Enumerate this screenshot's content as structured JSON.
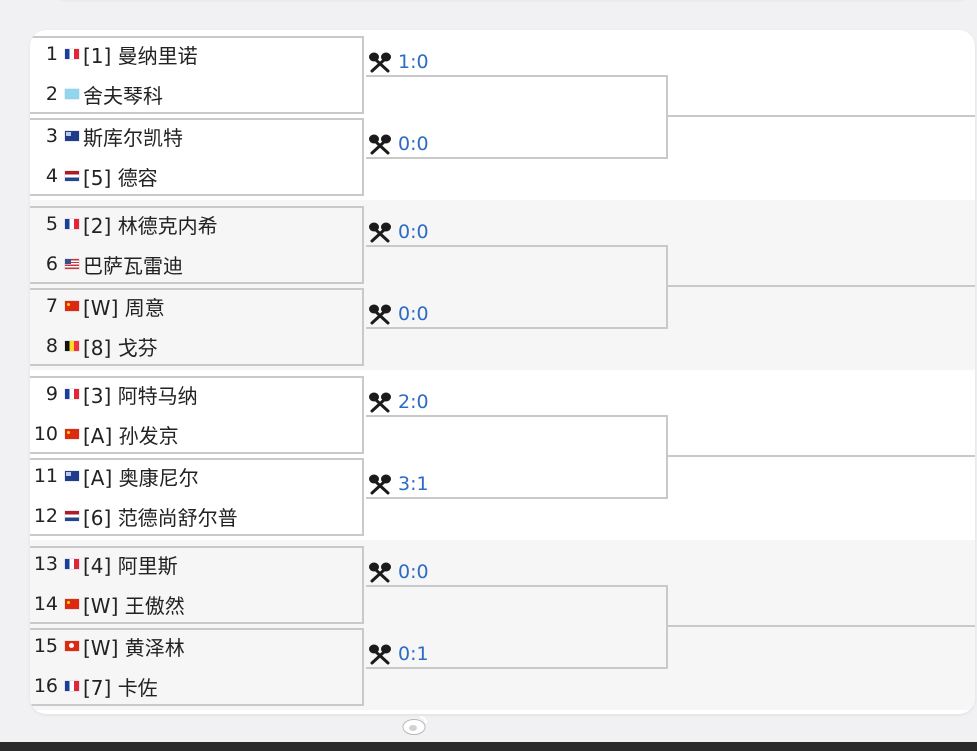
{
  "groups": [
    {
      "players": [
        {
          "no": "1",
          "flag": "fr",
          "name": "[1] 曼纳里诺"
        },
        {
          "no": "2",
          "flag": "kz",
          "name": "舍夫琴科"
        },
        {
          "no": "3",
          "flag": "au",
          "name": "斯库尔凯特"
        },
        {
          "no": "4",
          "flag": "nl",
          "name": "[5] 德容"
        }
      ],
      "scores": [
        "1:0",
        "0:0"
      ]
    },
    {
      "players": [
        {
          "no": "5",
          "flag": "fr",
          "name": "[2] 林德克内希"
        },
        {
          "no": "6",
          "flag": "us",
          "name": "巴萨瓦雷迪"
        },
        {
          "no": "7",
          "flag": "cn",
          "name": "[W] 周意"
        },
        {
          "no": "8",
          "flag": "be",
          "name": "[8] 戈芬"
        }
      ],
      "scores": [
        "0:0",
        "0:0"
      ]
    },
    {
      "players": [
        {
          "no": "9",
          "flag": "fr",
          "name": "[3] 阿特马纳"
        },
        {
          "no": "10",
          "flag": "cn",
          "name": "[A] 孙发京"
        },
        {
          "no": "11",
          "flag": "au",
          "name": "[A] 奥康尼尔"
        },
        {
          "no": "12",
          "flag": "nl",
          "name": "[6] 范德尚舒尔普"
        }
      ],
      "scores": [
        "2:0",
        "3:1"
      ]
    },
    {
      "players": [
        {
          "no": "13",
          "flag": "fr",
          "name": "[4] 阿里斯"
        },
        {
          "no": "14",
          "flag": "cn",
          "name": "[W] 王傲然"
        },
        {
          "no": "15",
          "flag": "hk",
          "name": "[W] 黄泽林"
        },
        {
          "no": "16",
          "flag": "fr",
          "name": "[7] 卡佐"
        }
      ],
      "scores": [
        "0:0",
        "0:1"
      ]
    }
  ],
  "icons": {
    "score": "crossed-rackets-icon",
    "watermark": "weibo-icon"
  },
  "colors": {
    "score_text": "#2d6bc4",
    "border": "#c9c9c9",
    "alt_row": "#f6f6f6"
  },
  "watermark": ""
}
